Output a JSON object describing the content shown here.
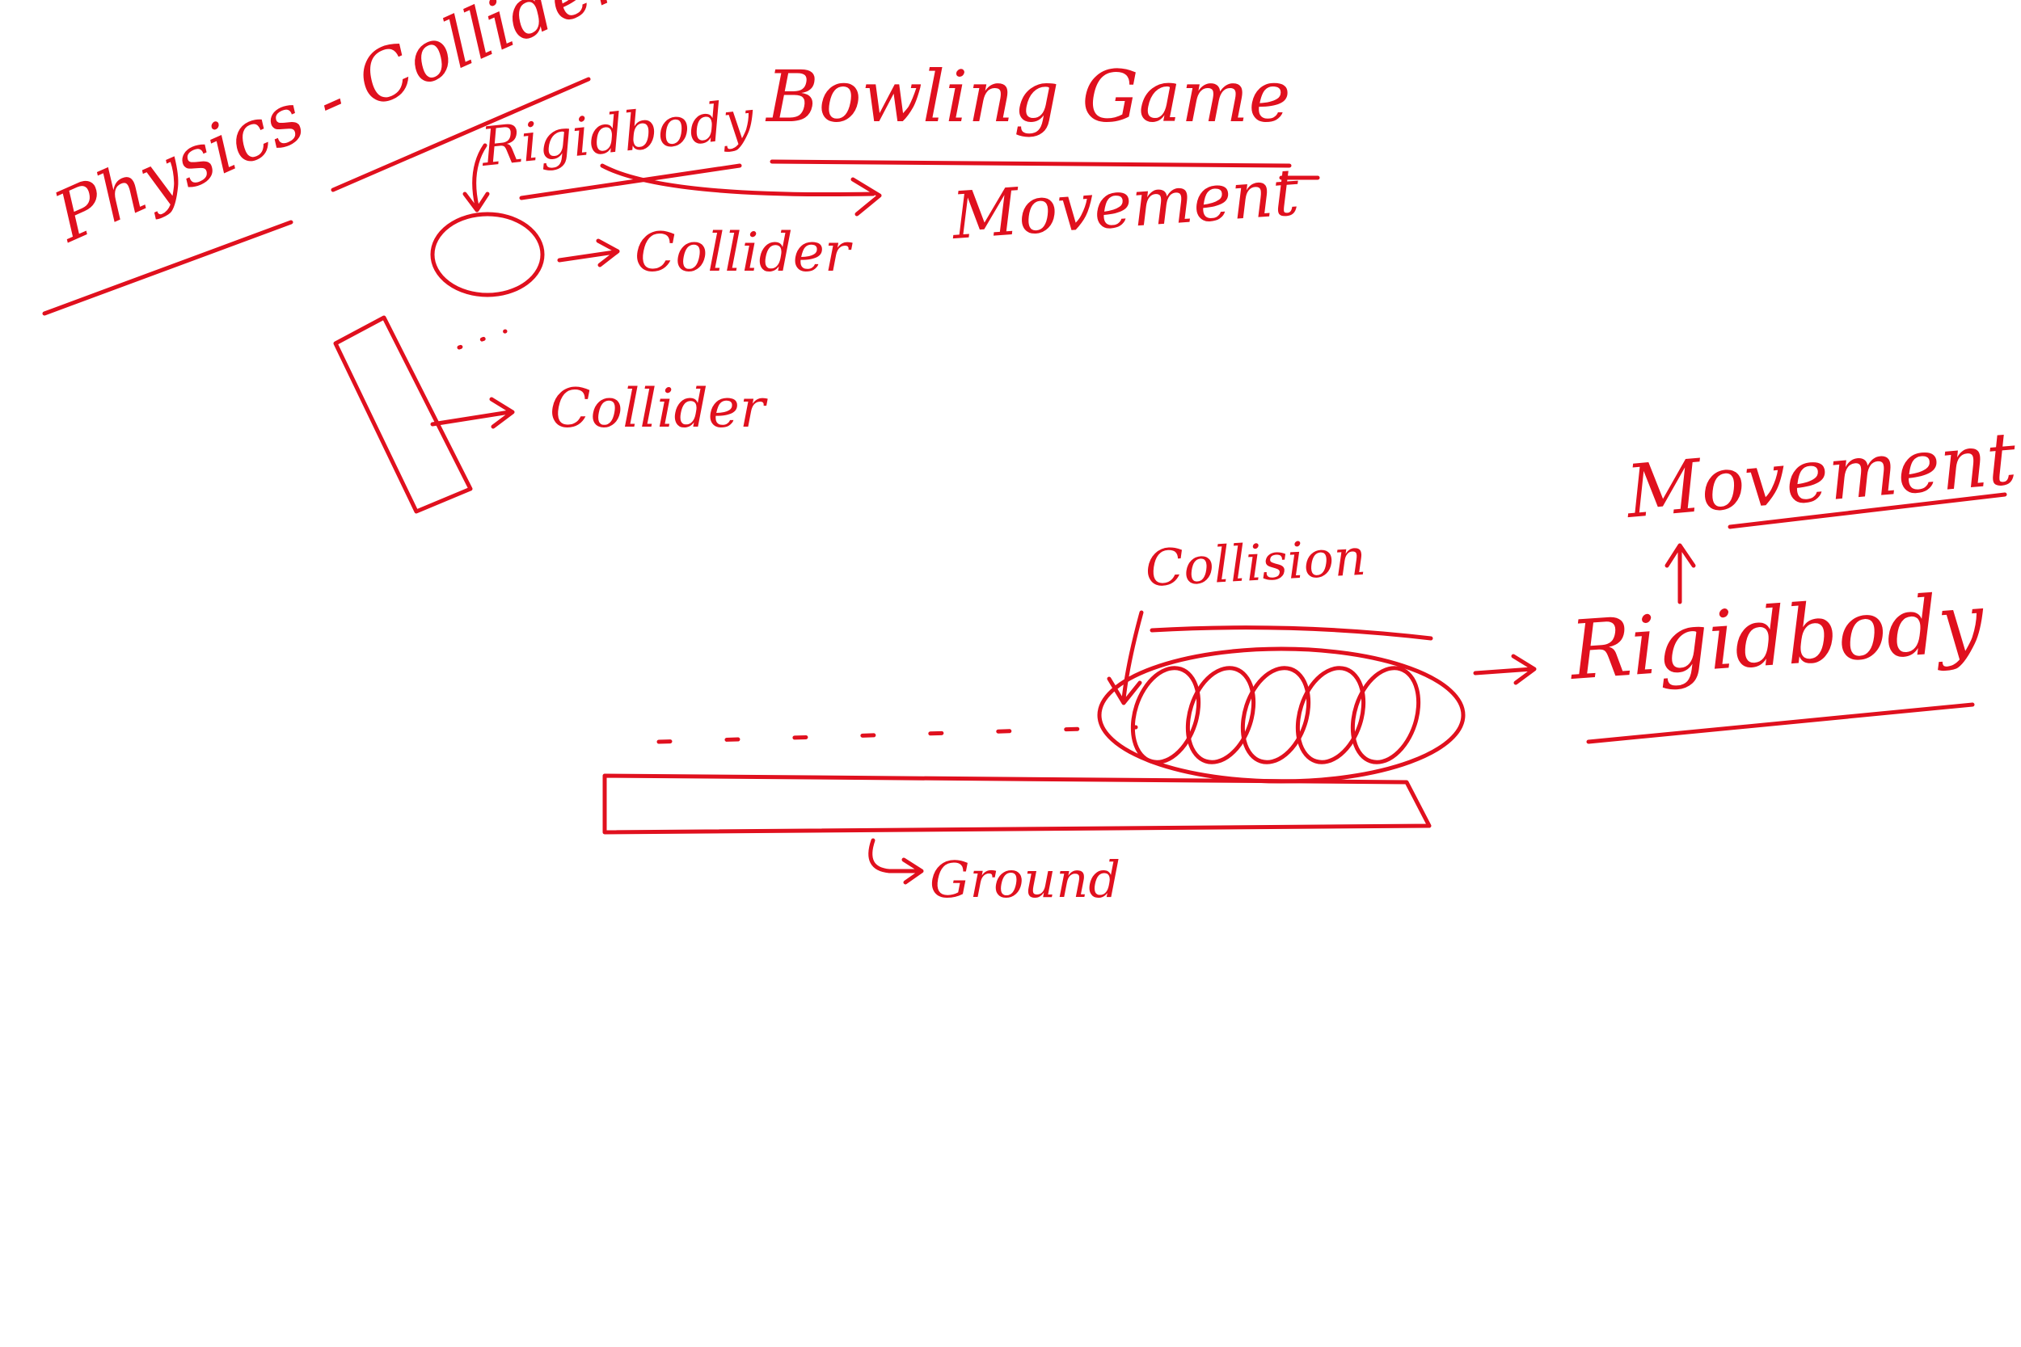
{
  "ink_color": "#e0101e",
  "labels": {
    "physics_collider": "Physics - Collider",
    "rigidbody_top": "Rigidbody",
    "bowling_game": "Bowling Game",
    "movement_top": "Movement",
    "collider_ball": "Collider",
    "collider_pin": "Collider",
    "collision": "Collision",
    "rigidbody_right": "Rigidbody",
    "movement_right": "Movement",
    "ground": "Ground"
  }
}
